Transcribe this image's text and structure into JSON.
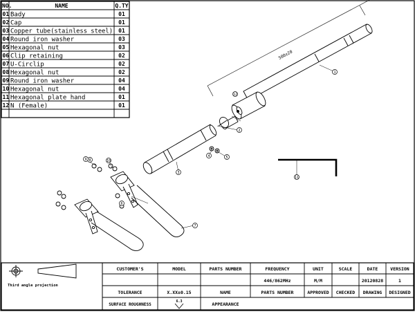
{
  "parts_list": {
    "headers": {
      "no": "NO.",
      "name": "NAME",
      "qty": "Q.TY"
    },
    "rows": [
      {
        "no": "01",
        "name": "Bady",
        "qty": "01"
      },
      {
        "no": "02",
        "name": "Cap",
        "qty": "01"
      },
      {
        "no": "03",
        "name": "Copper tube(stainless steel)",
        "qty": "01"
      },
      {
        "no": "04",
        "name": "Round iron washer",
        "qty": "03"
      },
      {
        "no": "05",
        "name": "Hexagonal nut",
        "qty": "03"
      },
      {
        "no": "06",
        "name": "Clip retaining",
        "qty": "02"
      },
      {
        "no": "07",
        "name": "U-Circlip",
        "qty": "02"
      },
      {
        "no": "08",
        "name": "Hexagonal nut",
        "qty": "02"
      },
      {
        "no": "09",
        "name": "Round iron washer",
        "qty": "04"
      },
      {
        "no": "10",
        "name": "Hexagonal nut",
        "qty": "04"
      },
      {
        "no": "11",
        "name": "Hexagonal plate hand",
        "qty": "01"
      },
      {
        "no": "12",
        "name": "N (Female)",
        "qty": "01"
      }
    ]
  },
  "drawing": {
    "dimension_label": "500±20",
    "callouts": [
      "1",
      "2",
      "3",
      "4",
      "5",
      "6",
      "7",
      "8",
      "9",
      "10",
      "11",
      "12"
    ]
  },
  "title_block": {
    "projection_label": "Third angle projection",
    "customer_label": "CUSTOMER'S",
    "model_label": "MODEL",
    "parts_number_label": "PARTS NUMBER",
    "frequency_label": "FREQUENCY",
    "frequency_value": "446/862MHz",
    "unit_label": "UNIT",
    "unit_value": "M/M",
    "scale_label": "SCALE",
    "date_label": "DATE",
    "date_value": "20120828",
    "version_label": "VERSION",
    "version_value": "1",
    "tolerance_label": "TOLERANCE",
    "tolerance_value": "X.XX±0.15",
    "name_label": "NAME",
    "parts_number_label_2": "PARTS NUMBER",
    "approved_label": "APPROVED",
    "checked_label": "CHECKED",
    "drawing_label": "DRAWING",
    "designed_label": "DESIGNED",
    "surface_label": "SURFACE ROUGHNESS",
    "surface_symbol": "6.3",
    "appearance_label": "APPEARANCE"
  }
}
